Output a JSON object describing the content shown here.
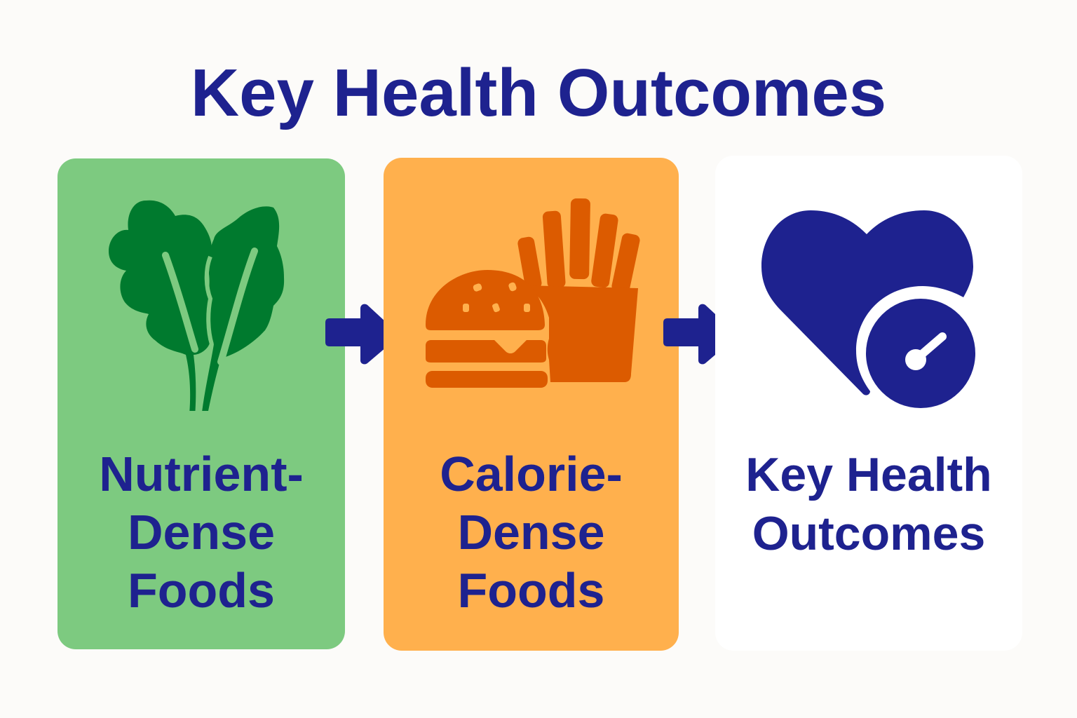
{
  "title": "Key Health Outcomes",
  "colors": {
    "background": "#fcfbf9",
    "text": "#1e228f",
    "nutrient_card": "#7dca80",
    "nutrient_icon": "#007a2e",
    "calorie_card": "#ffb04d",
    "calorie_icon": "#dc5b00",
    "outcome_card": "#ffffff",
    "outcome_icon": "#1e228f",
    "arrow": "#1e228f"
  },
  "cards": [
    {
      "id": "nutrient-dense-foods",
      "icon": "leafy-greens-icon",
      "label_lines": [
        "Nutrient-",
        "Dense",
        "Foods"
      ]
    },
    {
      "id": "calorie-dense-foods",
      "icon": "burger-fries-icon",
      "label_lines": [
        "Calorie-",
        "Dense",
        "Foods"
      ]
    },
    {
      "id": "key-health-outcomes",
      "icon": "heart-gauge-icon",
      "label_lines": [
        "Key Health",
        "Outcomes"
      ]
    }
  ],
  "connectors": [
    {
      "from": "nutrient-dense-foods",
      "to": "calorie-dense-foods",
      "icon": "arrow-right-icon"
    },
    {
      "from": "calorie-dense-foods",
      "to": "key-health-outcomes",
      "icon": "arrow-right-icon"
    }
  ]
}
